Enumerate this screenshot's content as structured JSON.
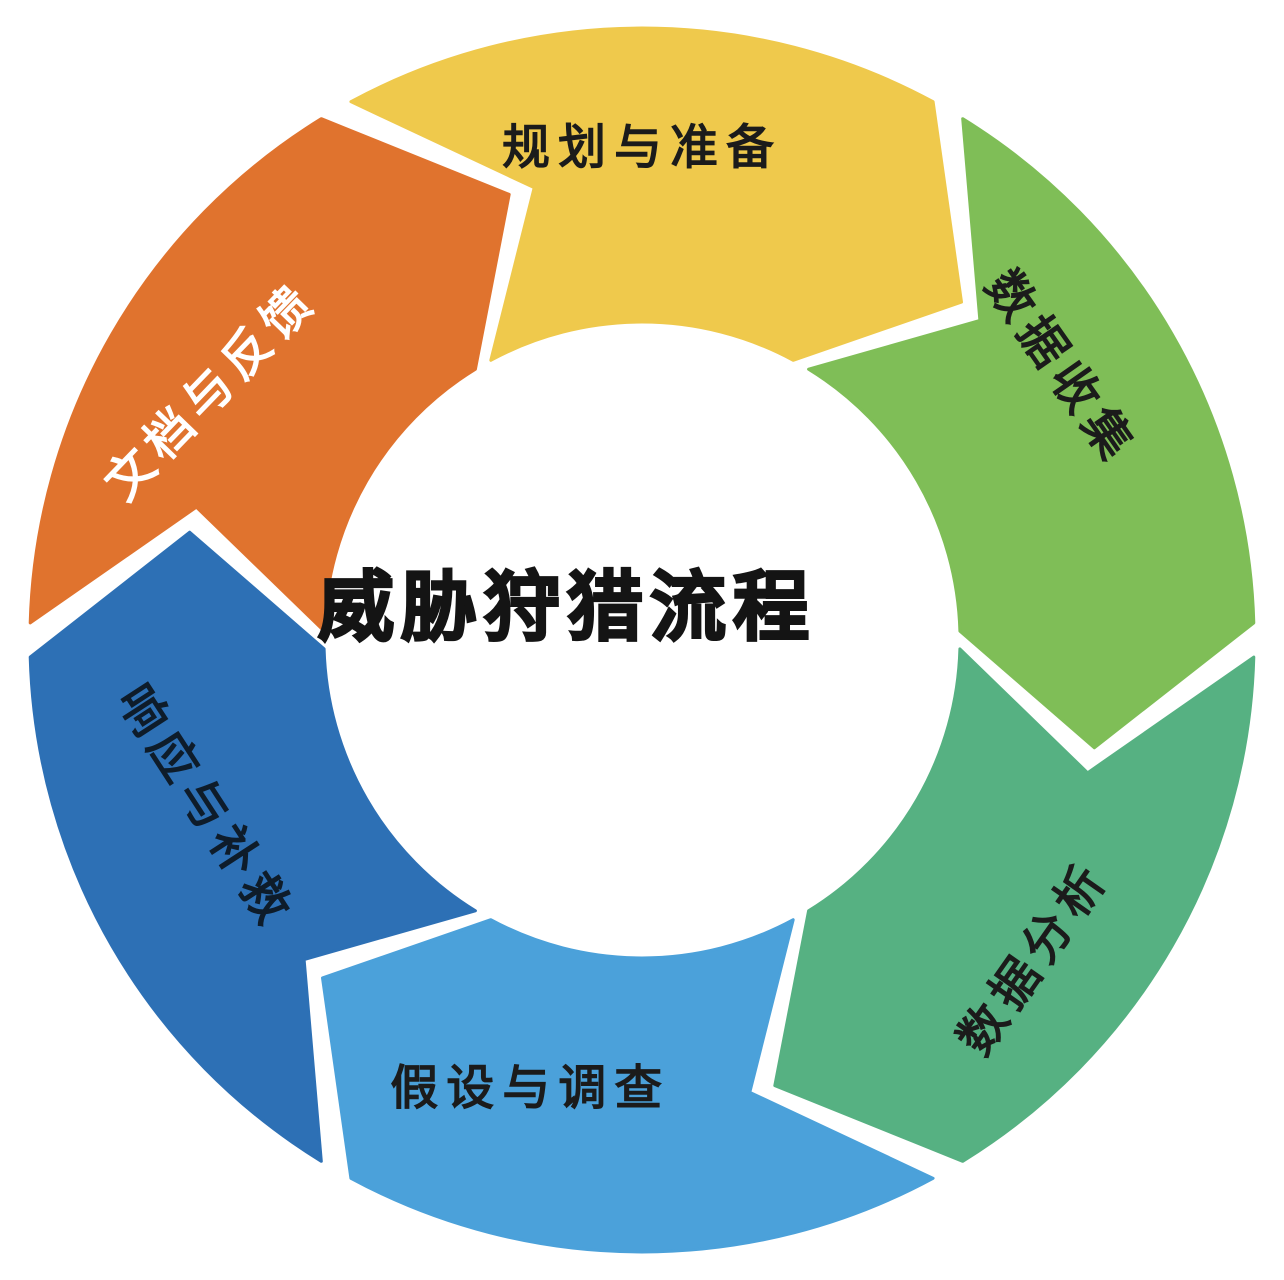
{
  "diagram": {
    "type": "cycle",
    "flow": "clockwise",
    "title": "威胁狩猎流程",
    "title_color": "#141414",
    "background_color": "#ffffff",
    "segments": [
      {
        "id": "planning-preparation",
        "label": "规划与准备",
        "color": "#EFC94C",
        "label_color": "#1b1b1b",
        "angle": 0,
        "radius": 492,
        "rotation": 0
      },
      {
        "id": "data-collection",
        "label": "数据收集",
        "color": "#7FBE57",
        "label_color": "#1b1b1b",
        "angle": 57,
        "radius": 499,
        "rotation": 55
      },
      {
        "id": "data-analysis",
        "label": "数据分析",
        "color": "#56B182",
        "label_color": "#1b1b1b",
        "angle": 129,
        "radius": 505,
        "rotation": -55
      },
      {
        "id": "hypothesis-investigation",
        "label": "假设与调查",
        "color": "#4BA1DA",
        "label_color": "#1b1b1b",
        "angle": 194,
        "radius": 462,
        "rotation": 0
      },
      {
        "id": "response-remediation",
        "label": "响应与补救",
        "color": "#2D70B5",
        "label_color": "#0e1c2a",
        "angle": 249,
        "radius": 468,
        "rotation": 57
      },
      {
        "id": "documentation-feedback",
        "label": "文档与反馈",
        "color": "#E0732E",
        "label_color": "#ffffff",
        "angle": 300,
        "radius": 497,
        "rotation": -46
      }
    ]
  }
}
